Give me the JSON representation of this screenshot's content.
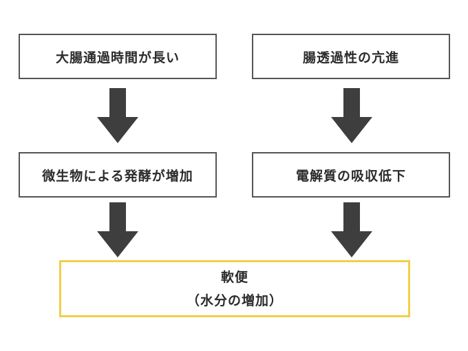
{
  "nodes": {
    "left_top": "大腸通過時間が長い",
    "right_top": "腸透過性の亢進",
    "left_mid": "微生物による発酵が増加",
    "right_mid": "電解質の吸収低下",
    "bottom_line1": "軟便",
    "bottom_line2": "（水分の増加）"
  },
  "colors": {
    "box_border": "#555555",
    "arrow": "#3e3e3e",
    "result_border": "#f2cf4a"
  }
}
